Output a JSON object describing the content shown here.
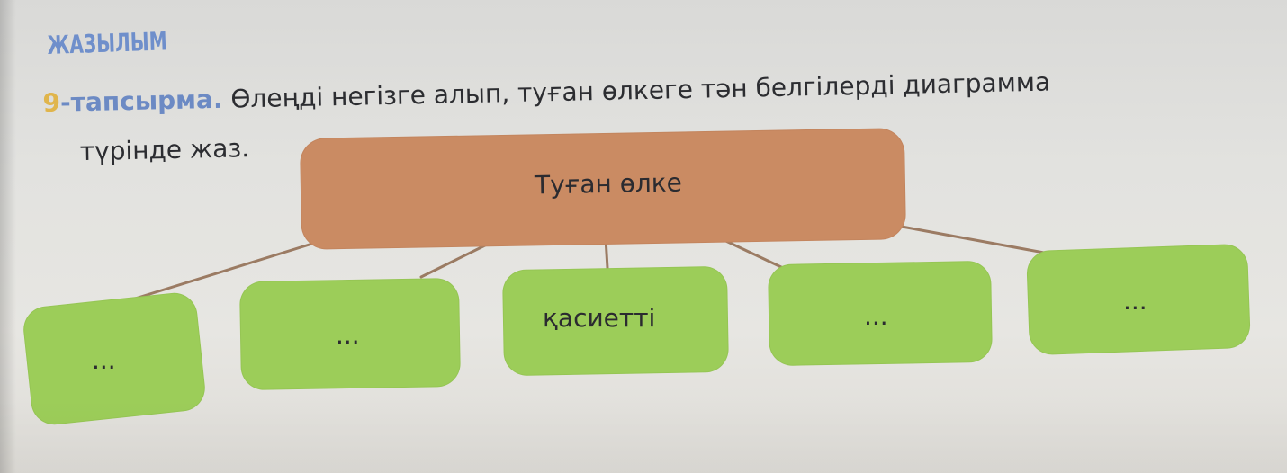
{
  "section": {
    "label": "ЖАЗЫЛЫМ"
  },
  "task": {
    "number": "9",
    "word": "-тапсырма.",
    "line1": " Өлеңді негізге алып, туған өлкеге тән белгілерді диаграмма",
    "line2": "түрінде жаз."
  },
  "diagram": {
    "root": "Туған өлке",
    "children": [
      "...",
      "...",
      "қасиетті",
      "...",
      "..."
    ]
  }
}
